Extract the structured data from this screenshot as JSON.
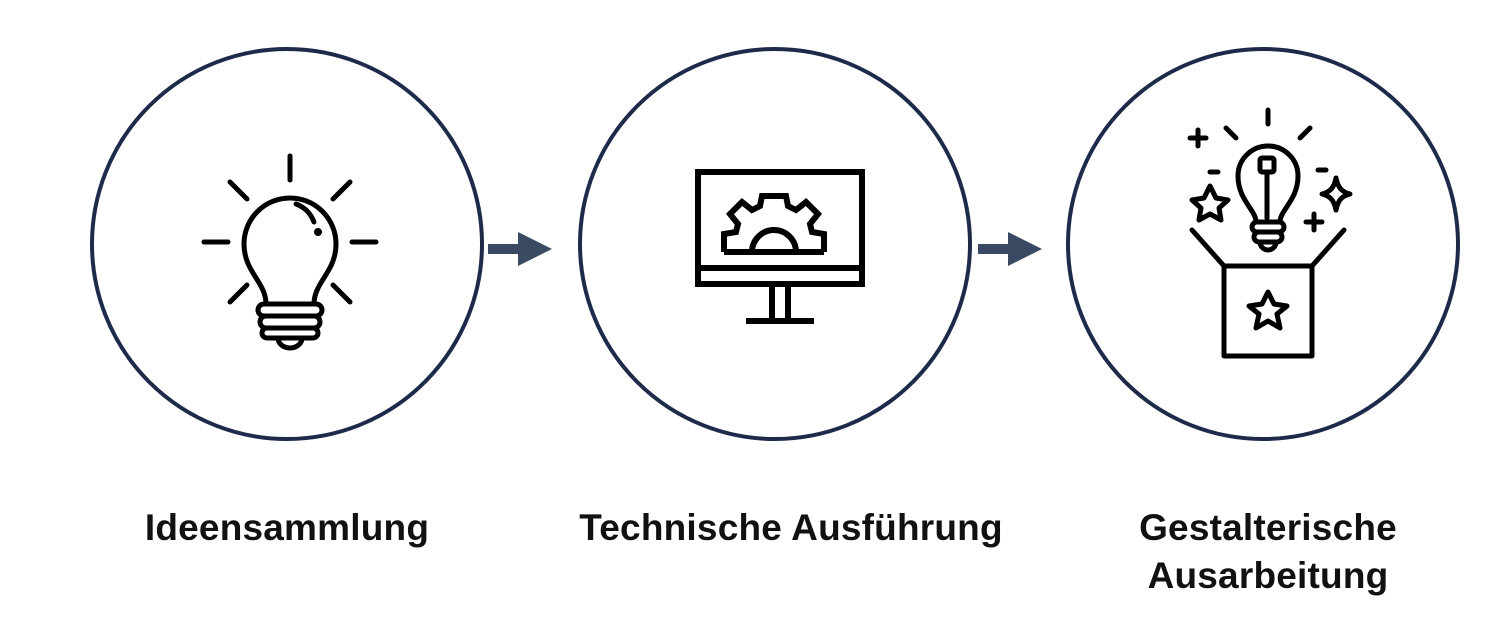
{
  "steps": [
    {
      "label": "Ideensammlung",
      "icon": "lightbulb-icon"
    },
    {
      "label": "Technische Ausführung",
      "icon": "monitor-gear-icon"
    },
    {
      "label_line1": "Gestalterische",
      "label_line2": "Ausarbeitung",
      "icon": "idea-box-icon"
    }
  ],
  "colors": {
    "circle_border": "#1d2a4a",
    "arrow": "#3b4a63",
    "icon": "#000000",
    "text": "#111111"
  }
}
